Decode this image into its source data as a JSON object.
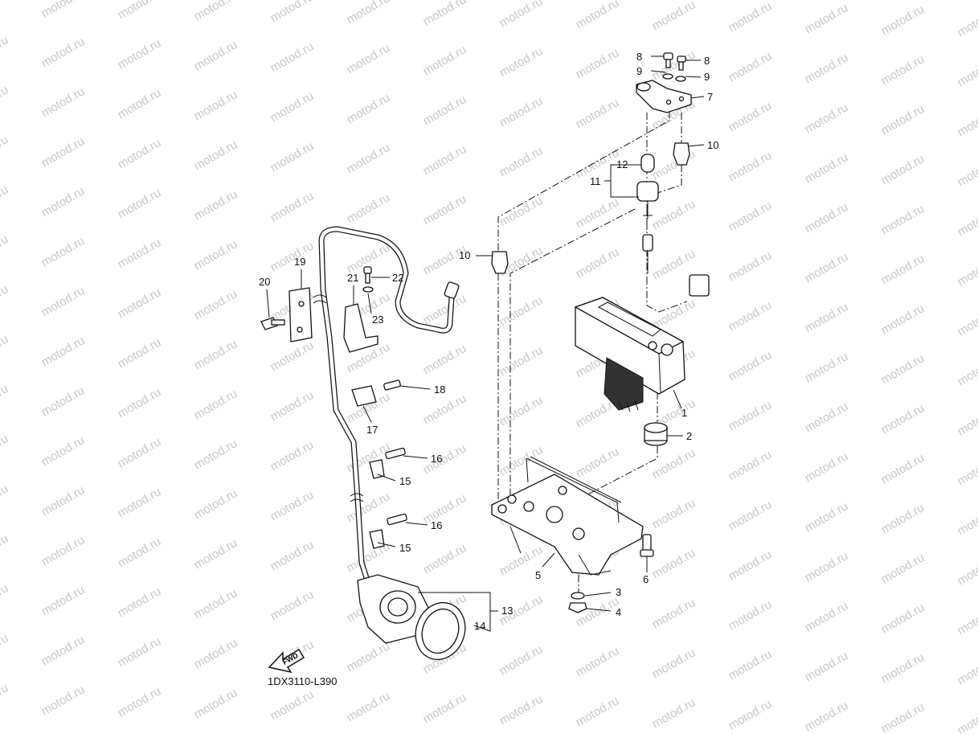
{
  "diagram": {
    "code": "1DX3110-L390",
    "watermark": "motod.ru",
    "fwd_label": "FWD",
    "labels": {
      "p1": "1",
      "p2": "2",
      "p3": "3",
      "p4": "4",
      "p5": "5",
      "p6": "6",
      "p7": "7",
      "p8a": "8",
      "p8b": "8",
      "p9a": "9",
      "p9b": "9",
      "p10a": "10",
      "p10b": "10",
      "p11": "11",
      "p12": "12",
      "p13": "13",
      "p14": "14",
      "p15a": "15",
      "p15b": "15",
      "p16a": "16",
      "p16b": "16",
      "p17": "17",
      "p18": "18",
      "p19": "19",
      "p20": "20",
      "p21": "21",
      "p22": "22",
      "p23": "23"
    }
  }
}
